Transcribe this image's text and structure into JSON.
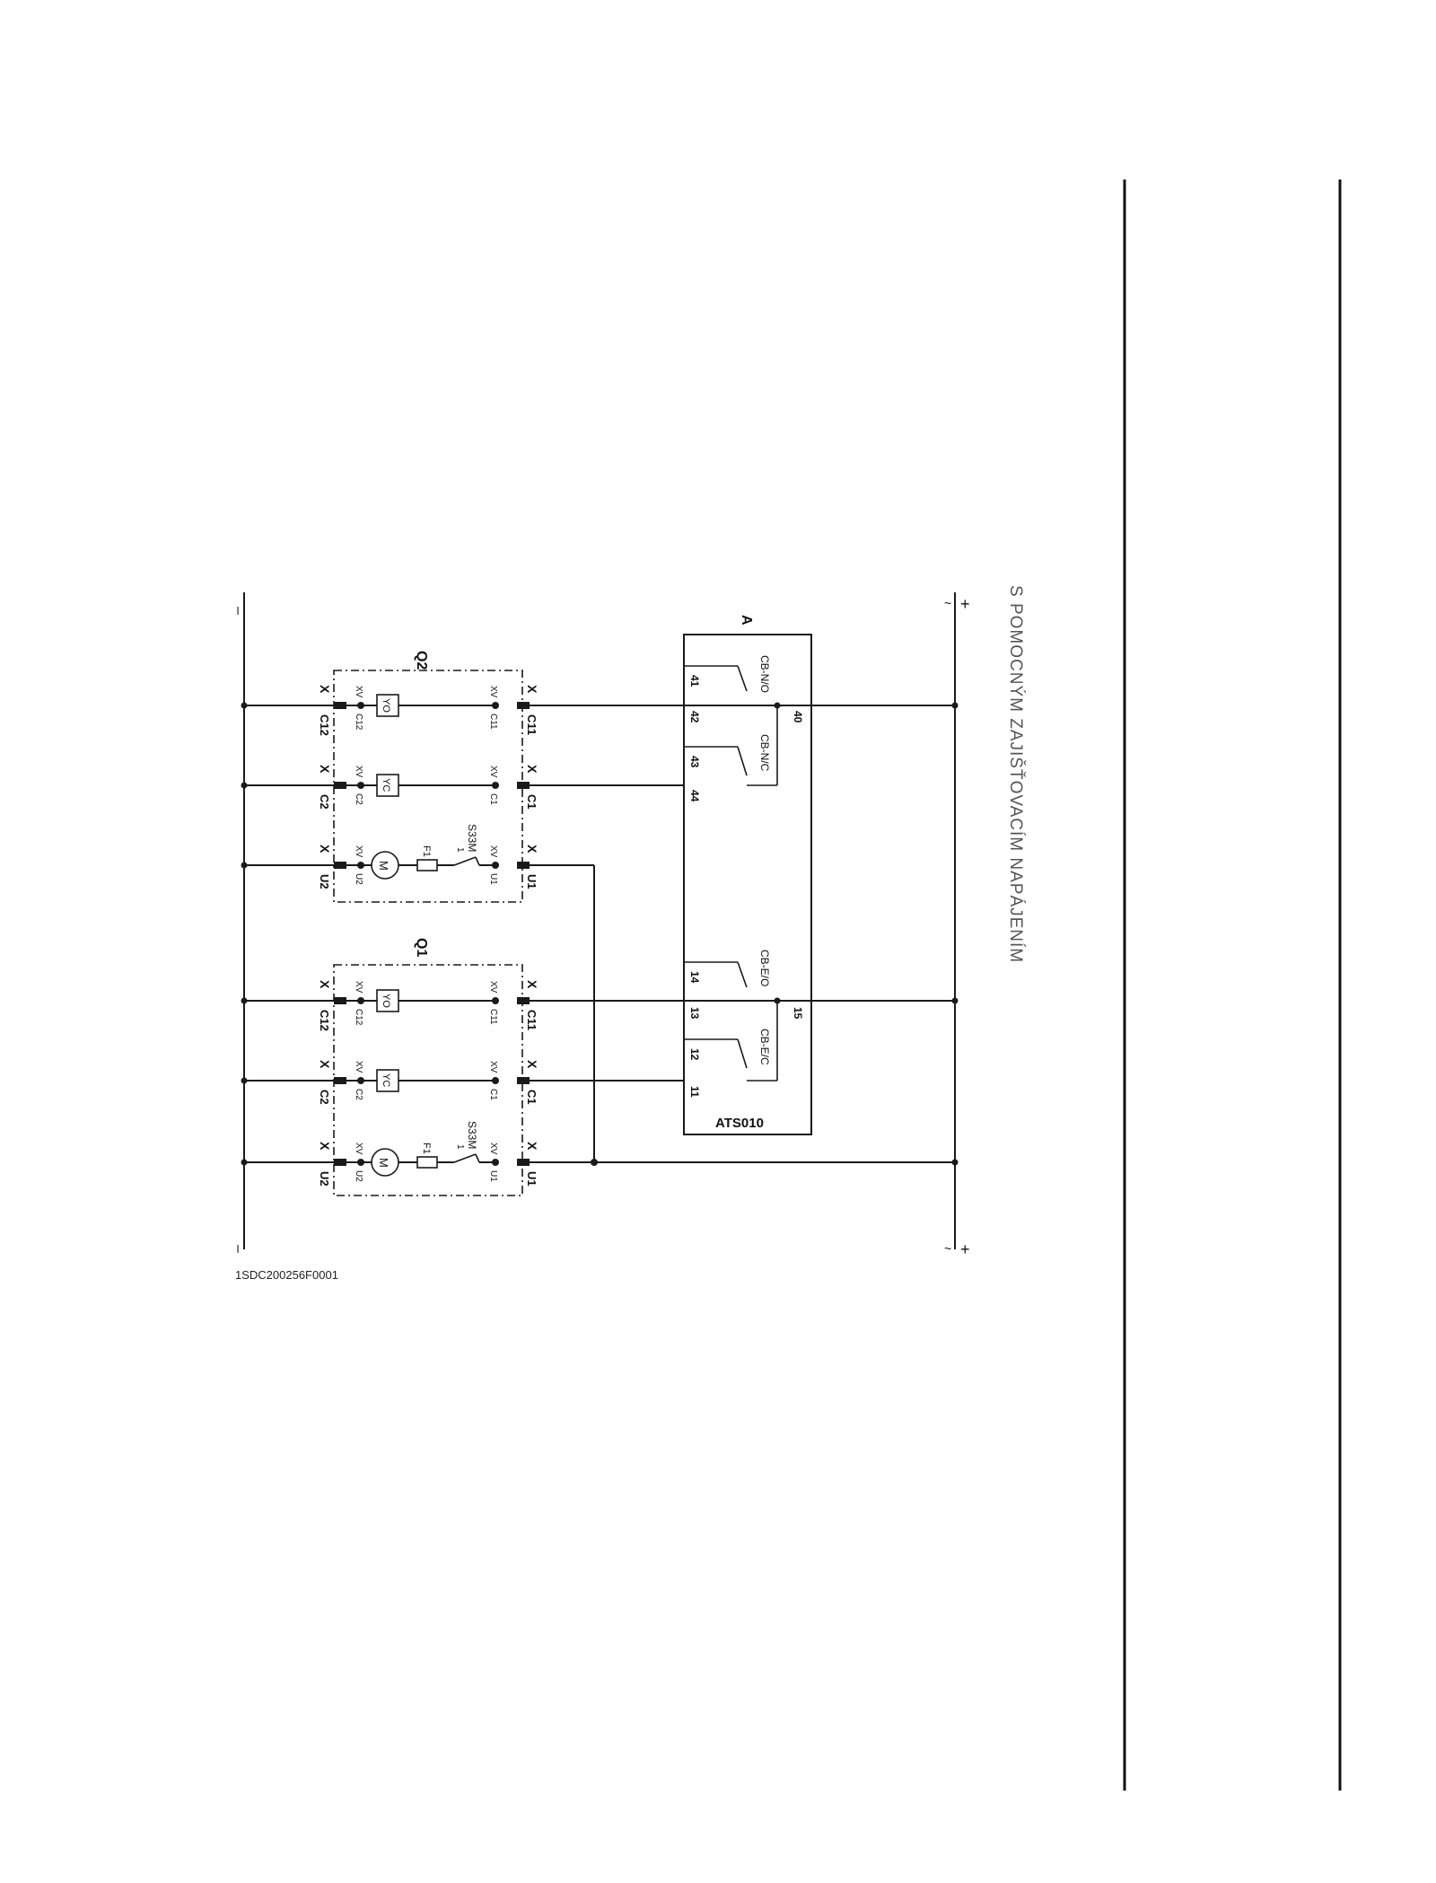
{
  "section_title": "S POMOCNÝM ZAJIŠŤOVACÍM NAPÁJENÍM",
  "drawing_code": "1SDC200256F0001",
  "supply": {
    "left_bus_symbol": "–",
    "right_bus_symbol": "+",
    "left_tilde": "~",
    "right_tilde": "~"
  },
  "breakers": [
    {
      "label": "Q2",
      "rows": [
        {
          "device": "YO",
          "terminal_out": "C11",
          "terminal_in": "C12"
        },
        {
          "device": "YC",
          "terminal_out": "C1",
          "terminal_in": "C2"
        },
        {
          "device": "M",
          "terminal_out": "U1",
          "terminal_in": "U2"
        }
      ]
    },
    {
      "label": "Q1",
      "rows": [
        {
          "device": "YO",
          "terminal_out": "C11",
          "terminal_in": "C12"
        },
        {
          "device": "YC",
          "terminal_out": "C1",
          "terminal_in": "C2"
        },
        {
          "device": "M",
          "terminal_out": "U1",
          "terminal_in": "U2"
        }
      ]
    }
  ],
  "common_labels": {
    "connector_x": "X",
    "connector_xv": "XV",
    "fuse": "F1",
    "limit_switch": "S33M",
    "limit_switch_contact": "1"
  },
  "ats": {
    "label": "A",
    "model": "ATS010",
    "contacts": [
      {
        "name": "CB-N/O",
        "pins": [
          "41",
          "42"
        ]
      },
      {
        "name": "CB-N/C",
        "pins": [
          "43",
          "44"
        ]
      },
      {
        "name": "CB-E/O",
        "pins": [
          "14",
          "13"
        ]
      },
      {
        "name": "CB-E/C",
        "pins": [
          "12",
          "11"
        ]
      }
    ],
    "commons": [
      "40",
      "15"
    ]
  }
}
